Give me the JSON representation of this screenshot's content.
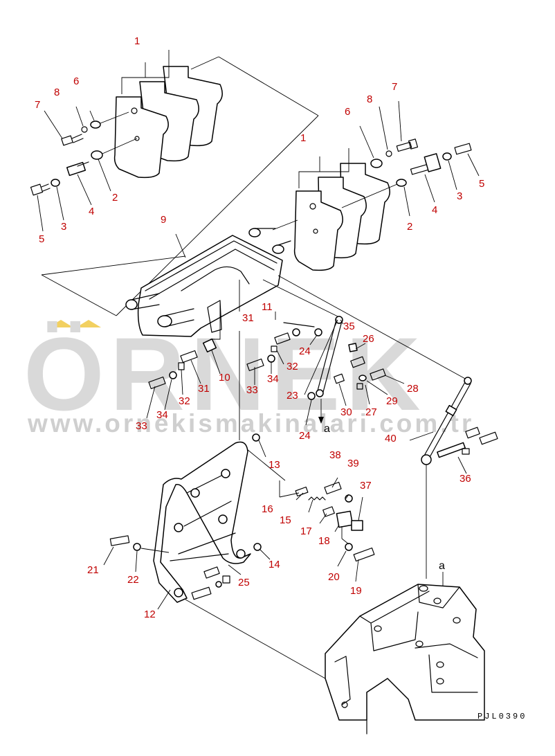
{
  "watermark": {
    "brand": "ÖRNEK",
    "url": "www.ornekismakinalari.com.tr",
    "accent_color": "#f2d060",
    "text_color": "#d9d9d9"
  },
  "drawing_code": "PJL0390",
  "view_marker": "a",
  "callout_color": "#c00000",
  "callouts": [
    {
      "id": "c1a",
      "text": "1"
    },
    {
      "id": "c6a",
      "text": "6"
    },
    {
      "id": "c8a",
      "text": "8"
    },
    {
      "id": "c7a",
      "text": "7"
    },
    {
      "id": "c2a",
      "text": "2"
    },
    {
      "id": "c4a",
      "text": "4"
    },
    {
      "id": "c3a",
      "text": "3"
    },
    {
      "id": "c5a",
      "text": "5"
    },
    {
      "id": "c1b",
      "text": "1"
    },
    {
      "id": "c6b",
      "text": "6"
    },
    {
      "id": "c8b",
      "text": "8"
    },
    {
      "id": "c7b",
      "text": "7"
    },
    {
      "id": "c2b",
      "text": "2"
    },
    {
      "id": "c4b",
      "text": "4"
    },
    {
      "id": "c3b",
      "text": "3"
    },
    {
      "id": "c5b",
      "text": "5"
    },
    {
      "id": "c9",
      "text": "9"
    },
    {
      "id": "c31a",
      "text": "31"
    },
    {
      "id": "c11",
      "text": "11"
    },
    {
      "id": "c24a",
      "text": "24"
    },
    {
      "id": "c35",
      "text": "35"
    },
    {
      "id": "c26",
      "text": "26"
    },
    {
      "id": "c10",
      "text": "10"
    },
    {
      "id": "c31b",
      "text": "31"
    },
    {
      "id": "c32a",
      "text": "32"
    },
    {
      "id": "c33a",
      "text": "33"
    },
    {
      "id": "c34a",
      "text": "34"
    },
    {
      "id": "c32b",
      "text": "32"
    },
    {
      "id": "c34b",
      "text": "34"
    },
    {
      "id": "c33b",
      "text": "33"
    },
    {
      "id": "c23",
      "text": "23"
    },
    {
      "id": "c24b",
      "text": "24"
    },
    {
      "id": "c30",
      "text": "30"
    },
    {
      "id": "c27",
      "text": "27"
    },
    {
      "id": "c29",
      "text": "29"
    },
    {
      "id": "c28",
      "text": "28"
    },
    {
      "id": "c40",
      "text": "40"
    },
    {
      "id": "c36",
      "text": "36"
    },
    {
      "id": "c13",
      "text": "13"
    },
    {
      "id": "c38",
      "text": "38"
    },
    {
      "id": "c39",
      "text": "39"
    },
    {
      "id": "c37",
      "text": "37"
    },
    {
      "id": "c16",
      "text": "16"
    },
    {
      "id": "c15",
      "text": "15"
    },
    {
      "id": "c17",
      "text": "17"
    },
    {
      "id": "c18",
      "text": "18"
    },
    {
      "id": "c21",
      "text": "21"
    },
    {
      "id": "c22",
      "text": "22"
    },
    {
      "id": "c14",
      "text": "14"
    },
    {
      "id": "c20",
      "text": "20"
    },
    {
      "id": "c19",
      "text": "19"
    },
    {
      "id": "c25",
      "text": "25"
    },
    {
      "id": "c12",
      "text": "12"
    }
  ]
}
